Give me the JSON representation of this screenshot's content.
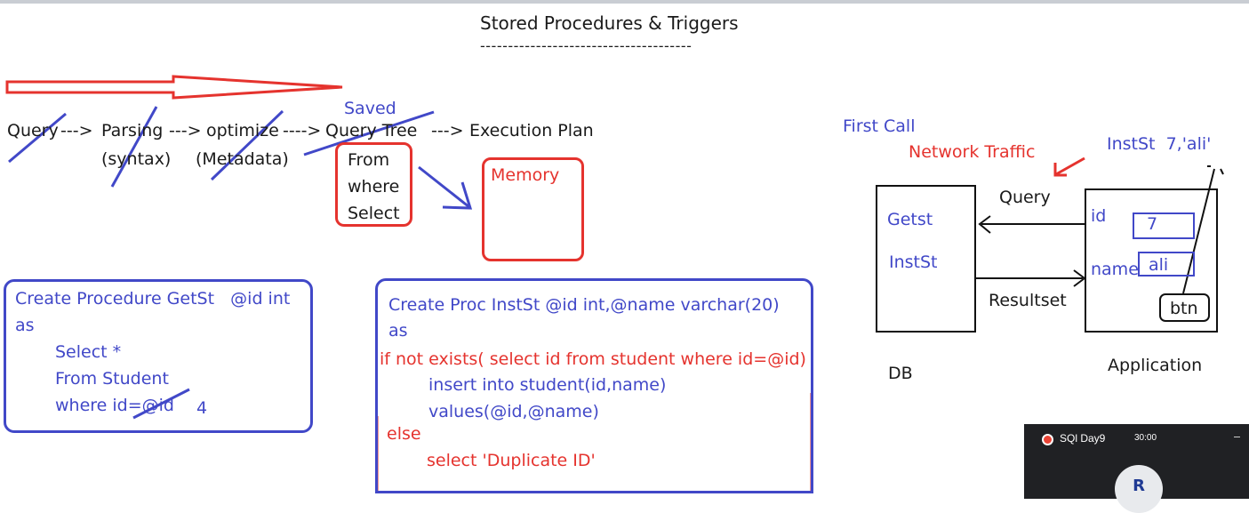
{
  "title": "Stored Procedures & Triggers",
  "title_underline": "--------------------------------------",
  "pipeline": {
    "query": "Query",
    "arrow1": "--->",
    "parsing": "Parsing",
    "arrow2": "--->",
    "optimize": "optimize",
    "arrow3": "---->",
    "query_tree": "Query Tree",
    "arrow4": "--->",
    "execution_plan": "Execution Plan",
    "syntax": "(syntax)",
    "metadata": "(Metadata)",
    "saved": "Saved",
    "tree_box_lines": [
      "From",
      "where",
      "Select"
    ],
    "memory": "Memory"
  },
  "procedure_getst": {
    "lines": [
      "Create Procedure GetSt   @id int",
      "as",
      "Select *",
      "From Student",
      "where id=@id"
    ],
    "param_value": "4"
  },
  "procedure_instst": {
    "line_create": "Create Proc InstSt @id int,@name varchar(20)",
    "line_as": "as",
    "line_if": "if not exists( select id from student where id=@id)",
    "line_insert": "insert into student(id,name)",
    "line_values": "values(@id,@name)",
    "line_else": "else",
    "line_select": "select 'Duplicate ID'"
  },
  "network": {
    "first_call": "First Call",
    "network_traffic": "Network Traffic",
    "call_text": "InstSt  7,'ali'",
    "query_label": "Query",
    "resultset_label": "Resultset",
    "db_items": [
      "Getst",
      "InstSt"
    ],
    "db_label": "DB",
    "app_label": "Application",
    "field_id_label": "id",
    "field_id_value": "7",
    "field_name_label": "name",
    "field_name_value": "ali",
    "button_label": "btn"
  },
  "meeting": {
    "name": "SQl Day9",
    "timer": "30:00",
    "avatar_initial": "R"
  },
  "colors": {
    "ink_black": "#1a1a1a",
    "ink_blue": "#4148c8",
    "ink_red": "#e5332e"
  }
}
